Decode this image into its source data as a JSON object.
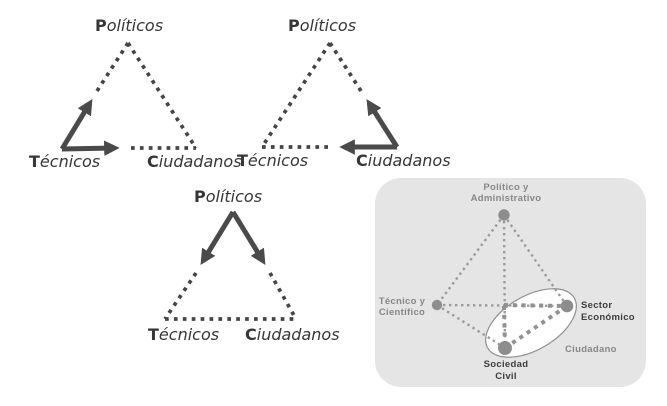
{
  "triangles": [
    {
      "position": "top-left",
      "labels": {
        "top": {
          "initial": "P",
          "rest": "olíticos"
        },
        "bottom_left": {
          "initial": "T",
          "rest": "écnicos"
        },
        "bottom_right": {
          "initial": "C",
          "rest": "iudadanos"
        }
      },
      "arrows_from": "Técnicos",
      "arrows_to": [
        "Políticos",
        "Ciudadanos"
      ]
    },
    {
      "position": "top-right",
      "labels": {
        "top": {
          "initial": "P",
          "rest": "olíticos"
        },
        "bottom_left": {
          "initial": "T",
          "rest": "écnicos"
        },
        "bottom_right": {
          "initial": "C",
          "rest": "iudadanos"
        }
      },
      "arrows_from": "Ciudadanos",
      "arrows_to": [
        "Políticos",
        "Técnicos"
      ]
    },
    {
      "position": "bottom-center",
      "labels": {
        "top": {
          "initial": "P",
          "rest": "olíticos"
        },
        "bottom_left": {
          "initial": "T",
          "rest": "écnicos"
        },
        "bottom_right": {
          "initial": "C",
          "rest": "iudadanos"
        }
      },
      "arrows_from": "Políticos",
      "arrows_to": [
        "Técnicos",
        "Ciudadanos"
      ]
    }
  ],
  "network": {
    "nodes": {
      "politico": {
        "line1": "Político y",
        "line2": "Administrativo"
      },
      "tecnico": {
        "line1": "Técnico y",
        "line2": "Científico"
      },
      "sector": {
        "line1": "Sector",
        "line2": "Económico"
      },
      "sociedad": {
        "line1": "Sociedad",
        "line2": "Civil"
      }
    },
    "ellipse_label": "Ciudadano",
    "edges": [
      "politico-tecnico",
      "politico-sector",
      "politico-sociedad",
      "tecnico-sector",
      "tecnico-sociedad",
      "sociedad-sector"
    ],
    "highlighted_group": [
      "Sociedad Civil",
      "Sector Económico"
    ]
  },
  "colors": {
    "triangle_ink": "#454545",
    "triangle_label": "#363636",
    "panel_background": "#e5e5e5",
    "network_dot": "#9a9a9a",
    "node_fill": "#8d8d8d",
    "label_gray": "#878787",
    "label_dark": "#3d3d3d",
    "ellipse_fill": "#ffffff"
  }
}
